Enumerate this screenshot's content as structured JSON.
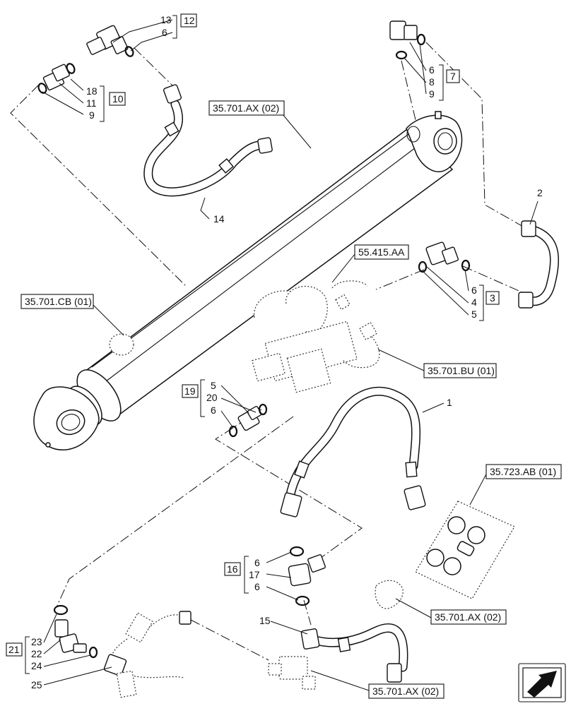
{
  "diagram": {
    "item_numbers": {
      "n1": "1",
      "n2": "2",
      "n14": "14",
      "n15": "15",
      "n25": "25",
      "g12_13": "13",
      "g12_6": "6",
      "g10_18": "18",
      "g10_11": "11",
      "g10_9": "9",
      "g7_6": "6",
      "g7_8": "8",
      "g7_9": "9",
      "g3_6": "6",
      "g3_4": "4",
      "g3_5": "5",
      "g19_5": "5",
      "g19_20": "20",
      "g19_6": "6",
      "g16_6a": "6",
      "g16_17": "17",
      "g16_6b": "6",
      "g21_23": "23",
      "g21_22": "22",
      "g21_24": "24"
    },
    "group_labels": {
      "g12": "12",
      "g10": "10",
      "g7": "7",
      "g3": "3",
      "g19": "19",
      "g16": "16",
      "g21": "21"
    },
    "references": {
      "ref_ax_top": "35.701.AX (02)",
      "ref_cb": "35.701.CB (01)",
      "ref_415": "55.415.AA",
      "ref_bu": "35.701.BU (01)",
      "ref_723": "35.723.AB (01)",
      "ref_ax_mid": "35.701.AX (02)",
      "ref_ax_bot": "35.701.AX (02)"
    },
    "icons": {
      "nav": "next-page-arrow-icon"
    }
  }
}
